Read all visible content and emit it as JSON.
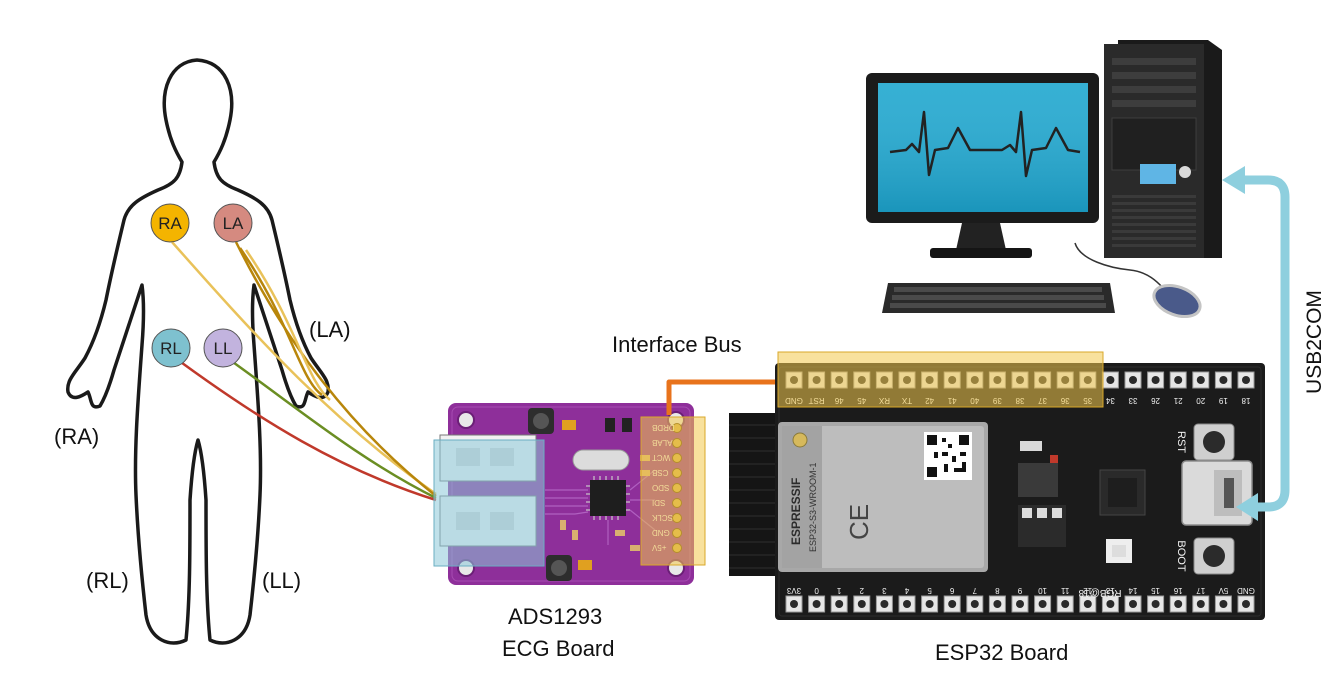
{
  "electrodes": [
    {
      "id": "ra",
      "label": "RA",
      "color": "#f4b400"
    },
    {
      "id": "la",
      "label": "LA",
      "color": "#d58a80"
    },
    {
      "id": "rl",
      "label": "RL",
      "color": "#7ec1cf"
    },
    {
      "id": "ll",
      "label": "LL",
      "color": "#c2b3de"
    }
  ],
  "limb_labels": {
    "left_arm": "(LA)",
    "right_arm": "(RA)",
    "right_leg": "(RL)",
    "left_leg": "(LL)"
  },
  "lead_wire_colors": [
    "#e9c25a",
    "#b8860b",
    "#6b8e23",
    "#c0392b"
  ],
  "bus_color": "#e8731c",
  "usb_arrow_color": "#8ecfde",
  "interface_bus_label": "Interface Bus",
  "usb_label": "USB2COM",
  "ecg_board": {
    "label_line1": "ADS1293",
    "label_line2": "ECG Board",
    "pins": [
      "DRDB",
      "ALAB",
      "WCT",
      "CSB",
      "SDO",
      "SDI",
      "SCLK",
      "GND",
      "+5V"
    ]
  },
  "esp32_board": {
    "label": "ESP32 Board",
    "module_brand": "ESPRESSIF",
    "module_model": "ESP32-S3-WROOM-1",
    "rst_label": "RST",
    "boot_label": "BOOT",
    "led_label": "RGB@18",
    "top_pins": [
      "GND",
      "RST",
      "46",
      "45",
      "RX",
      "TX",
      "42",
      "41",
      "40",
      "39",
      "38",
      "37",
      "36",
      "35",
      "34",
      "33",
      "26",
      "21",
      "20",
      "19",
      "18"
    ],
    "bottom_pins": [
      "3V3",
      "0",
      "1",
      "2",
      "3",
      "4",
      "5",
      "6",
      "7",
      "8",
      "9",
      "10",
      "11",
      "12",
      "13",
      "14",
      "15",
      "16",
      "17",
      "5V",
      "GND"
    ]
  }
}
